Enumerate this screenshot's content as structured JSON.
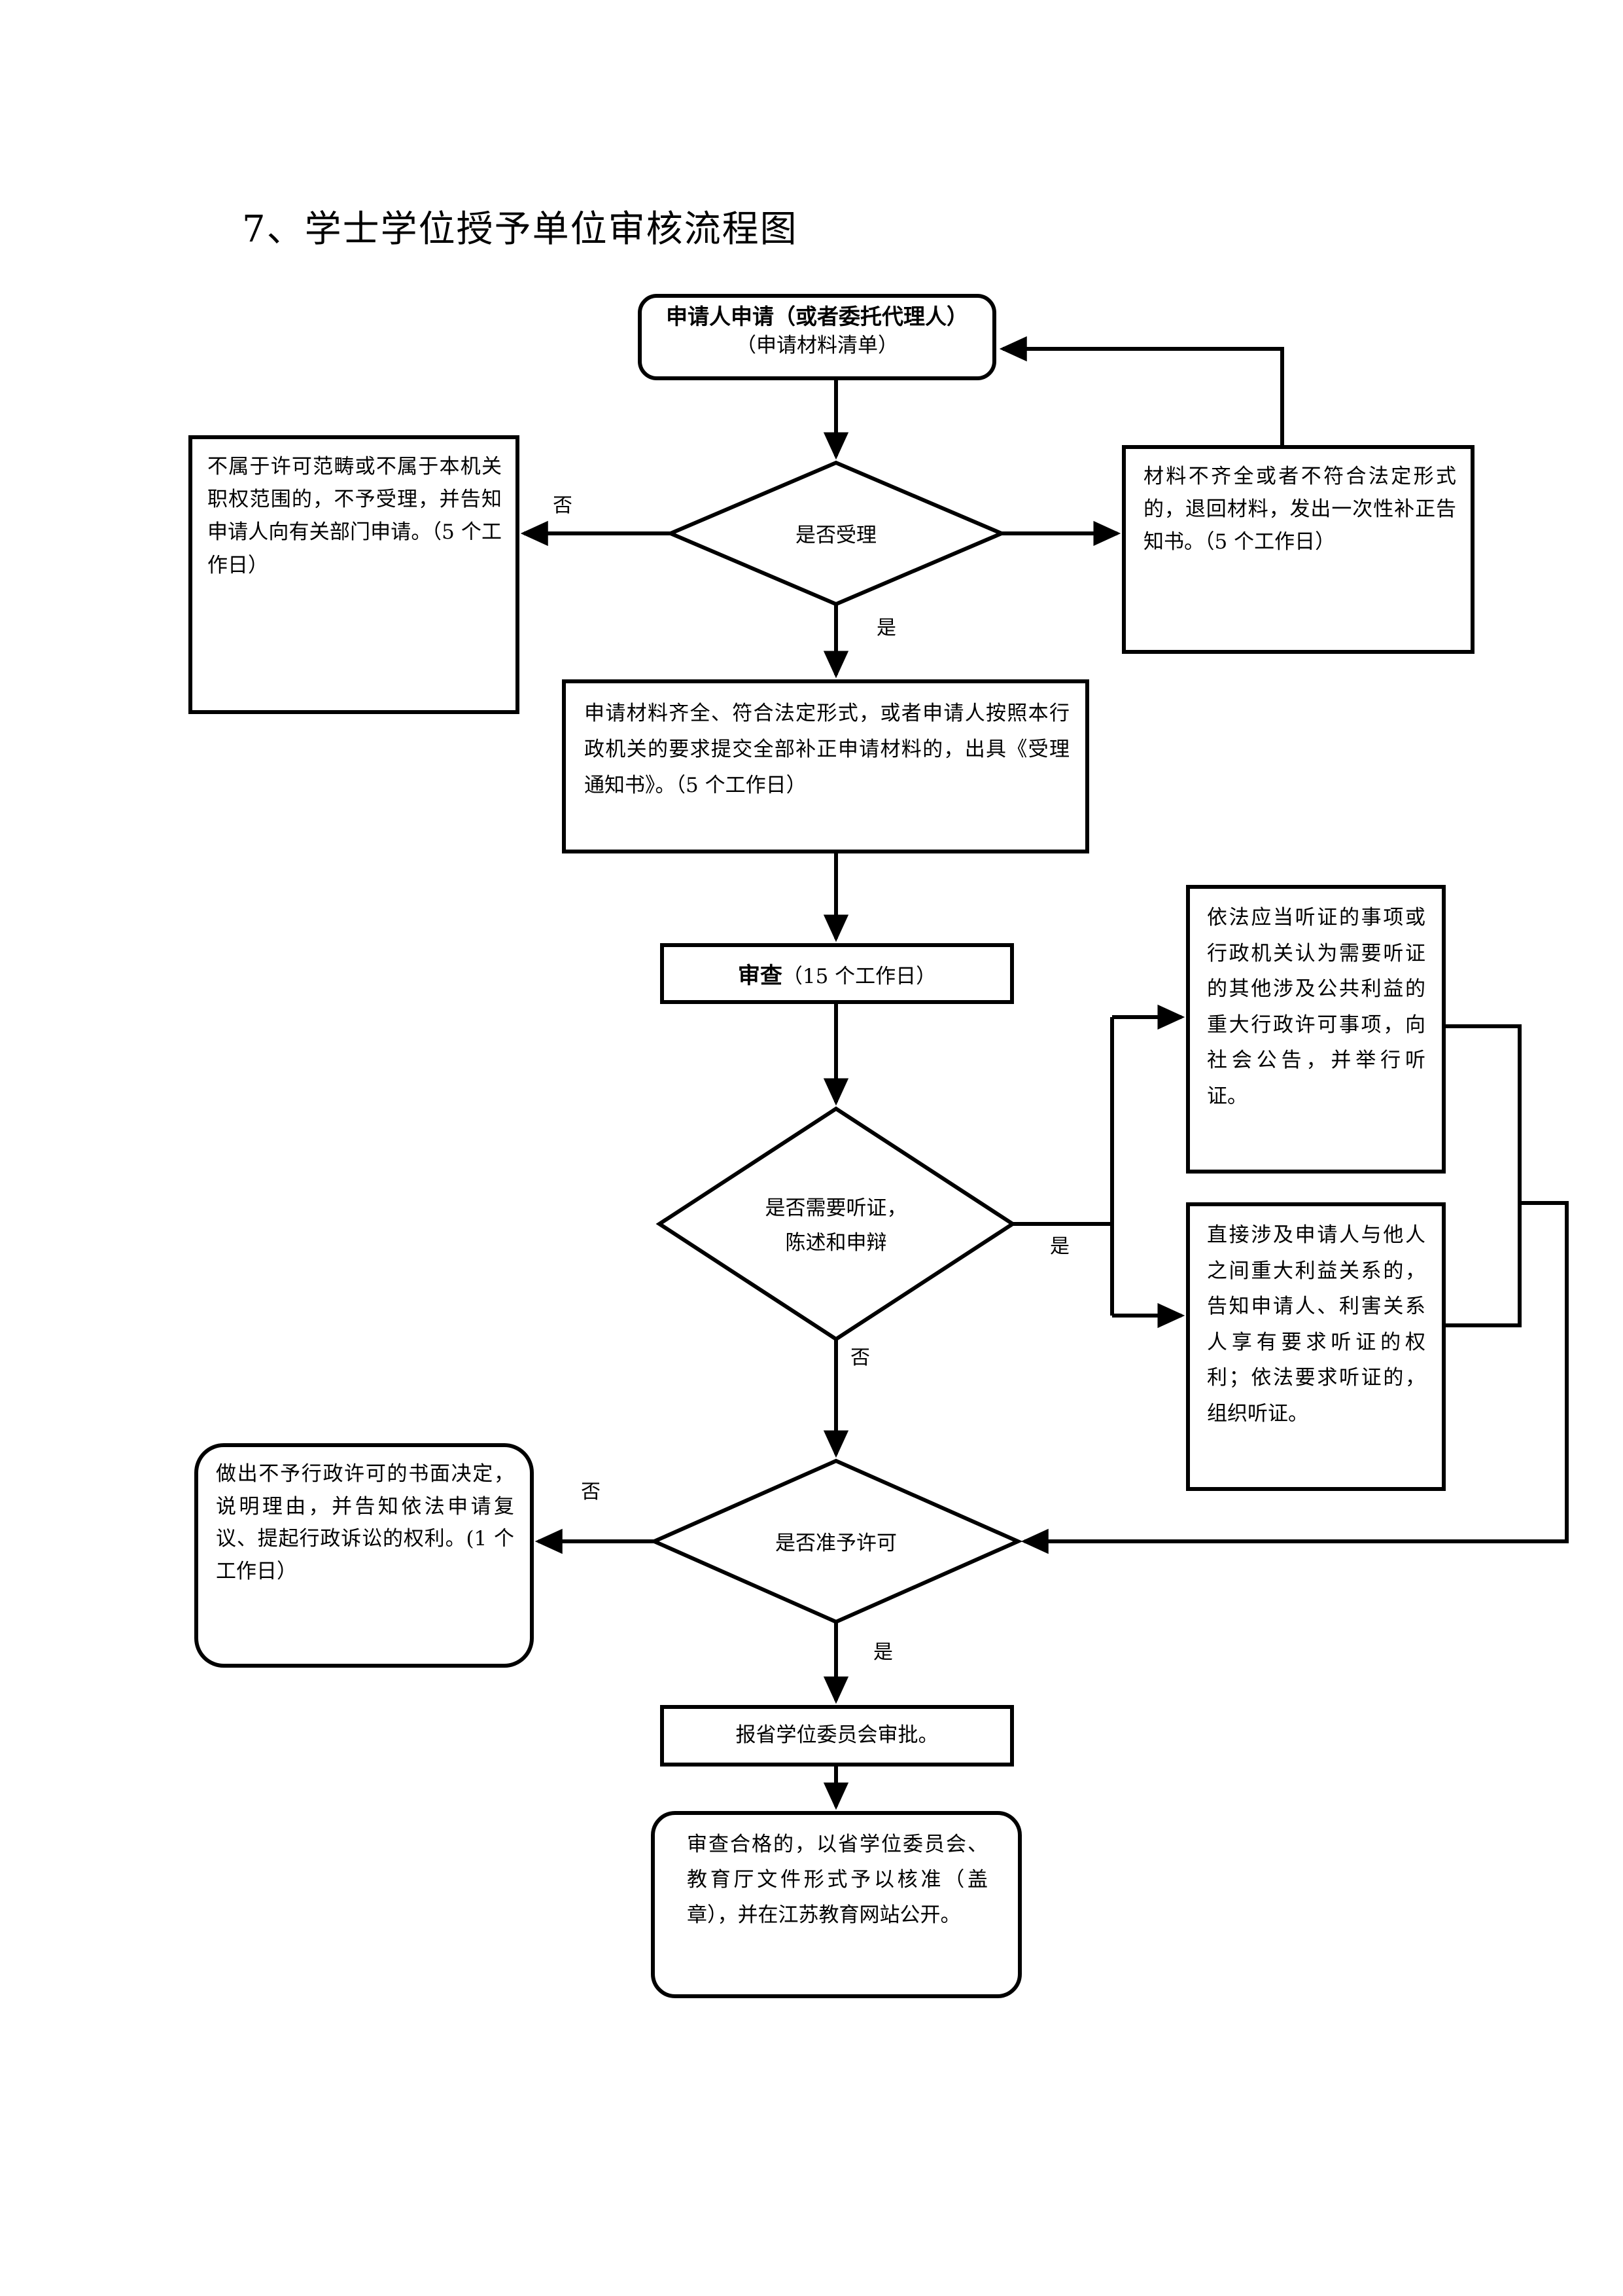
{
  "page": {
    "title": "7、学士学位授予单位审核流程图"
  },
  "chart_data": {
    "type": "flowchart",
    "title": "7、学士学位授予单位审核流程图",
    "orientation": "top-to-bottom",
    "nodes": [
      {
        "id": "apply",
        "shape": "rounded-rect",
        "text_bold": "申请人申请（或者委托代理人）",
        "text_sub": "（申请材料清单）"
      },
      {
        "id": "d1",
        "shape": "diamond",
        "text": "是否受理"
      },
      {
        "id": "reject_scope",
        "shape": "rect",
        "text": "不属于许可范畴或不属于本机关职权范围的，不予受理，并告知申请人向有关部门申请。（5 个工作日）"
      },
      {
        "id": "incomplete",
        "shape": "rect",
        "text": "材料不齐全或者不符合法定形式的，退回材料，发出一次性补正告知书。（5 个工作日）"
      },
      {
        "id": "accept",
        "shape": "rect",
        "text": "申请材料齐全、符合法定形式，或者申请人按照本行政机关的要求提交全部补正申请材料的，出具《受理通知书》。（5 个工作日）"
      },
      {
        "id": "review",
        "shape": "rect",
        "text_bold": "审查",
        "text_sub": "（15 个工作日）"
      },
      {
        "id": "d2",
        "shape": "diamond",
        "text_line1": "是否需要听证，",
        "text_line2": "陈述和申辩"
      },
      {
        "id": "hearing_pub",
        "shape": "rect",
        "text": "依法应当听证的事项或行政机关认为需要听证的其他涉及公共利益的重大行政许可事项，向社会公告，并举行听证。"
      },
      {
        "id": "hearing_part",
        "shape": "rect",
        "text": "直接涉及申请人与他人之间重大利益关系的，告知申请人、利害关系人享有要求听证的权利；依法要求听证的，组织听证。"
      },
      {
        "id": "d3",
        "shape": "diamond",
        "text": "是否准予许可"
      },
      {
        "id": "deny",
        "shape": "rounded-rect",
        "text": "做出不予行政许可的书面决定，说明理由，并告知依法申请复议、提起行政诉讼的权利。(1 个工作日）"
      },
      {
        "id": "submit",
        "shape": "rect",
        "text": "报省学位委员会审批。"
      },
      {
        "id": "approve",
        "shape": "rounded-rect",
        "text": "审查合格的，以省学位委员会、教育厅文件形式予以核准（盖章），并在江苏教育网站公开。"
      }
    ],
    "edges": [
      {
        "from": "apply",
        "to": "d1",
        "label": ""
      },
      {
        "from": "d1",
        "to": "reject_scope",
        "label": "否"
      },
      {
        "from": "d1",
        "to": "incomplete",
        "label": ""
      },
      {
        "from": "incomplete",
        "to": "apply",
        "label": ""
      },
      {
        "from": "d1",
        "to": "accept",
        "label": "是"
      },
      {
        "from": "accept",
        "to": "review",
        "label": ""
      },
      {
        "from": "review",
        "to": "d2",
        "label": ""
      },
      {
        "from": "d2",
        "to": "hearing_pub",
        "label": "是"
      },
      {
        "from": "d2",
        "to": "hearing_part",
        "label": "是"
      },
      {
        "from": "d2",
        "to": "d3",
        "label": "否"
      },
      {
        "from": "hearing_pub",
        "to": "d3",
        "label": ""
      },
      {
        "from": "hearing_part",
        "to": "d3",
        "label": ""
      },
      {
        "from": "d3",
        "to": "deny",
        "label": "否"
      },
      {
        "from": "d3",
        "to": "submit",
        "label": "是"
      },
      {
        "from": "submit",
        "to": "approve",
        "label": ""
      }
    ],
    "edge_labels": {
      "d1_no": "否",
      "d1_yes": "是",
      "d2_yes": "是",
      "d2_no": "否",
      "d3_no": "否",
      "d3_yes": "是"
    },
    "colors": {
      "stroke": "#000000",
      "fill": "#ffffff",
      "text": "#000000"
    }
  }
}
